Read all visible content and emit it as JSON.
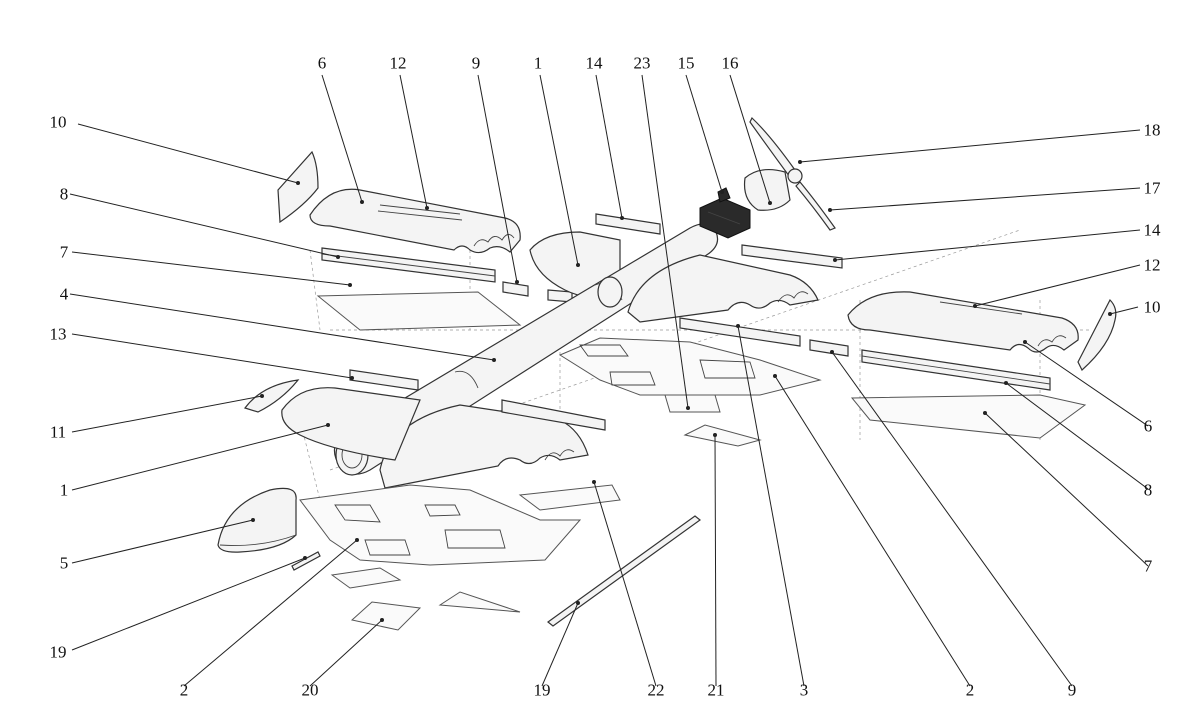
{
  "diagram": {
    "type": "exploded-assembly",
    "background": "#ffffff",
    "line_color": "#222222",
    "callouts": [
      {
        "id": "c10-left",
        "label": "10"
      },
      {
        "id": "c6-top",
        "label": "6"
      },
      {
        "id": "c12-top",
        "label": "12"
      },
      {
        "id": "c9-top",
        "label": "9"
      },
      {
        "id": "c1-top",
        "label": "1"
      },
      {
        "id": "c14-top",
        "label": "14"
      },
      {
        "id": "c23",
        "label": "23"
      },
      {
        "id": "c15",
        "label": "15"
      },
      {
        "id": "c16",
        "label": "16"
      },
      {
        "id": "c18",
        "label": "18"
      },
      {
        "id": "c17",
        "label": "17"
      },
      {
        "id": "c14-right",
        "label": "14"
      },
      {
        "id": "c12-right",
        "label": "12"
      },
      {
        "id": "c10-right",
        "label": "10"
      },
      {
        "id": "c6-right",
        "label": "6"
      },
      {
        "id": "c8-right",
        "label": "8"
      },
      {
        "id": "c7-right",
        "label": "7"
      },
      {
        "id": "c8-left",
        "label": "8"
      },
      {
        "id": "c7-left",
        "label": "7"
      },
      {
        "id": "c4",
        "label": "4"
      },
      {
        "id": "c13",
        "label": "13"
      },
      {
        "id": "c11",
        "label": "11"
      },
      {
        "id": "c1-left",
        "label": "1"
      },
      {
        "id": "c5",
        "label": "5"
      },
      {
        "id": "c19-left",
        "label": "19"
      },
      {
        "id": "c2-bottom-left",
        "label": "2"
      },
      {
        "id": "c20",
        "label": "20"
      },
      {
        "id": "c19-bottom",
        "label": "19"
      },
      {
        "id": "c22",
        "label": "22"
      },
      {
        "id": "c21",
        "label": "21"
      },
      {
        "id": "c3",
        "label": "3"
      },
      {
        "id": "c2-bottom-right",
        "label": "2"
      },
      {
        "id": "c9-bottom-right",
        "label": "9"
      }
    ]
  }
}
